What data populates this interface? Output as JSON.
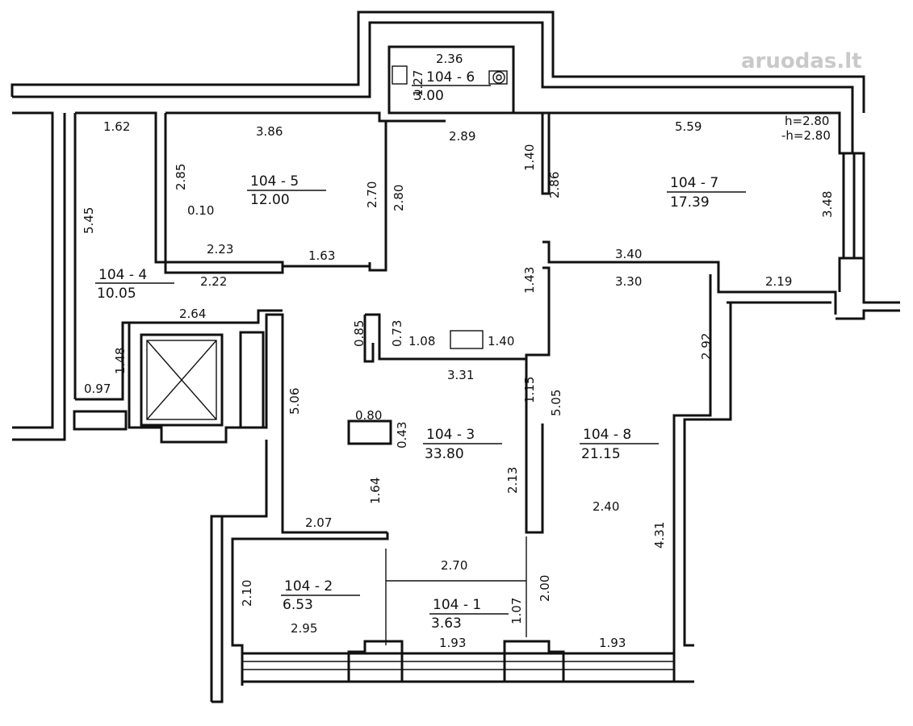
{
  "watermark": "aruodas.lt",
  "rooms": [
    {
      "id": "104 - 1",
      "area": "3.63"
    },
    {
      "id": "104 - 2",
      "area": "6.53"
    },
    {
      "id": "104 - 3",
      "area": "33.80"
    },
    {
      "id": "104 - 4",
      "area": "10.05"
    },
    {
      "id": "104 - 5",
      "area": "12.00"
    },
    {
      "id": "104 - 6",
      "area": "3.00"
    },
    {
      "id": "104 - 7",
      "area": "17.39"
    },
    {
      "id": "104 - 8",
      "area": "21.15"
    }
  ],
  "heights": [
    "h=2.80",
    "-h=2.80"
  ],
  "dimensions": [
    "2.36",
    "1.27",
    "1.62",
    "3.86",
    "2.89",
    "1.40",
    "5.59",
    "2.85",
    "2.70",
    "2.80",
    "2.86",
    "5.45",
    "0.10",
    "3.48",
    "2.23",
    "1.63",
    "3.40",
    "2.22",
    "1.43",
    "3.30",
    "2.19",
    "2.64",
    "0.85",
    "0.73",
    "1.08",
    "1.40",
    "2.92",
    "1.48",
    "3.31",
    "0.97",
    "1.15",
    "5.05",
    "5.06",
    "0.80",
    "0.43",
    "1.64",
    "2.13",
    "2.40",
    "4.31",
    "2.07",
    "2.70",
    "2.10",
    "2.00",
    "1.07",
    "2.95",
    "1.93",
    "1.93"
  ]
}
